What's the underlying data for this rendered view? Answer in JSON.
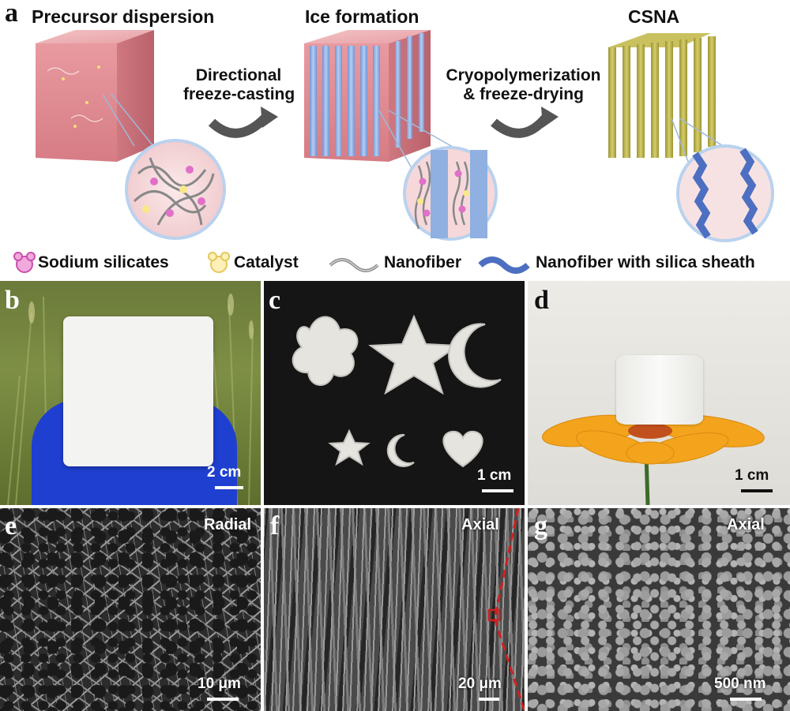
{
  "panel_a": {
    "letter": "a",
    "stage1": "Precursor dispersion",
    "arrow1_line1": "Directional",
    "arrow1_line2": "freeze-casting",
    "stage2": "Ice formation",
    "arrow2_line1": "Cryopolymerization",
    "arrow2_line2": "& freeze-drying",
    "stage3": "CSNA",
    "legend": [
      {
        "label": "Sodium silicates",
        "icon": "sodium-silicate-icon"
      },
      {
        "label": "Catalyst",
        "icon": "catalyst-icon"
      },
      {
        "label": "Nanofiber",
        "icon": "nanofiber-icon"
      },
      {
        "label": "Nanofiber with silica sheath",
        "icon": "sheathed-nanofiber-icon"
      }
    ]
  },
  "panel_b": {
    "letter": "b",
    "scale": "2 cm"
  },
  "panel_c": {
    "letter": "c",
    "scale": "1 cm"
  },
  "panel_d": {
    "letter": "d",
    "scale": "1 cm"
  },
  "panel_e": {
    "letter": "e",
    "view": "Radial",
    "scale": "10 μm"
  },
  "panel_f": {
    "letter": "f",
    "view": "Axial",
    "scale": "20 μm"
  },
  "panel_g": {
    "letter": "g",
    "view": "Axial",
    "scale": "500 nm"
  },
  "colors": {
    "pink_cube": "#e8a0a6",
    "ice_blue": "#8fb0e0",
    "csna_olive": "#b8b04a",
    "sheath_blue": "#4d6fc2",
    "glove_blue": "#1f3fd0",
    "flower_orange": "#f3a41c",
    "dashed_red": "#d02020"
  }
}
